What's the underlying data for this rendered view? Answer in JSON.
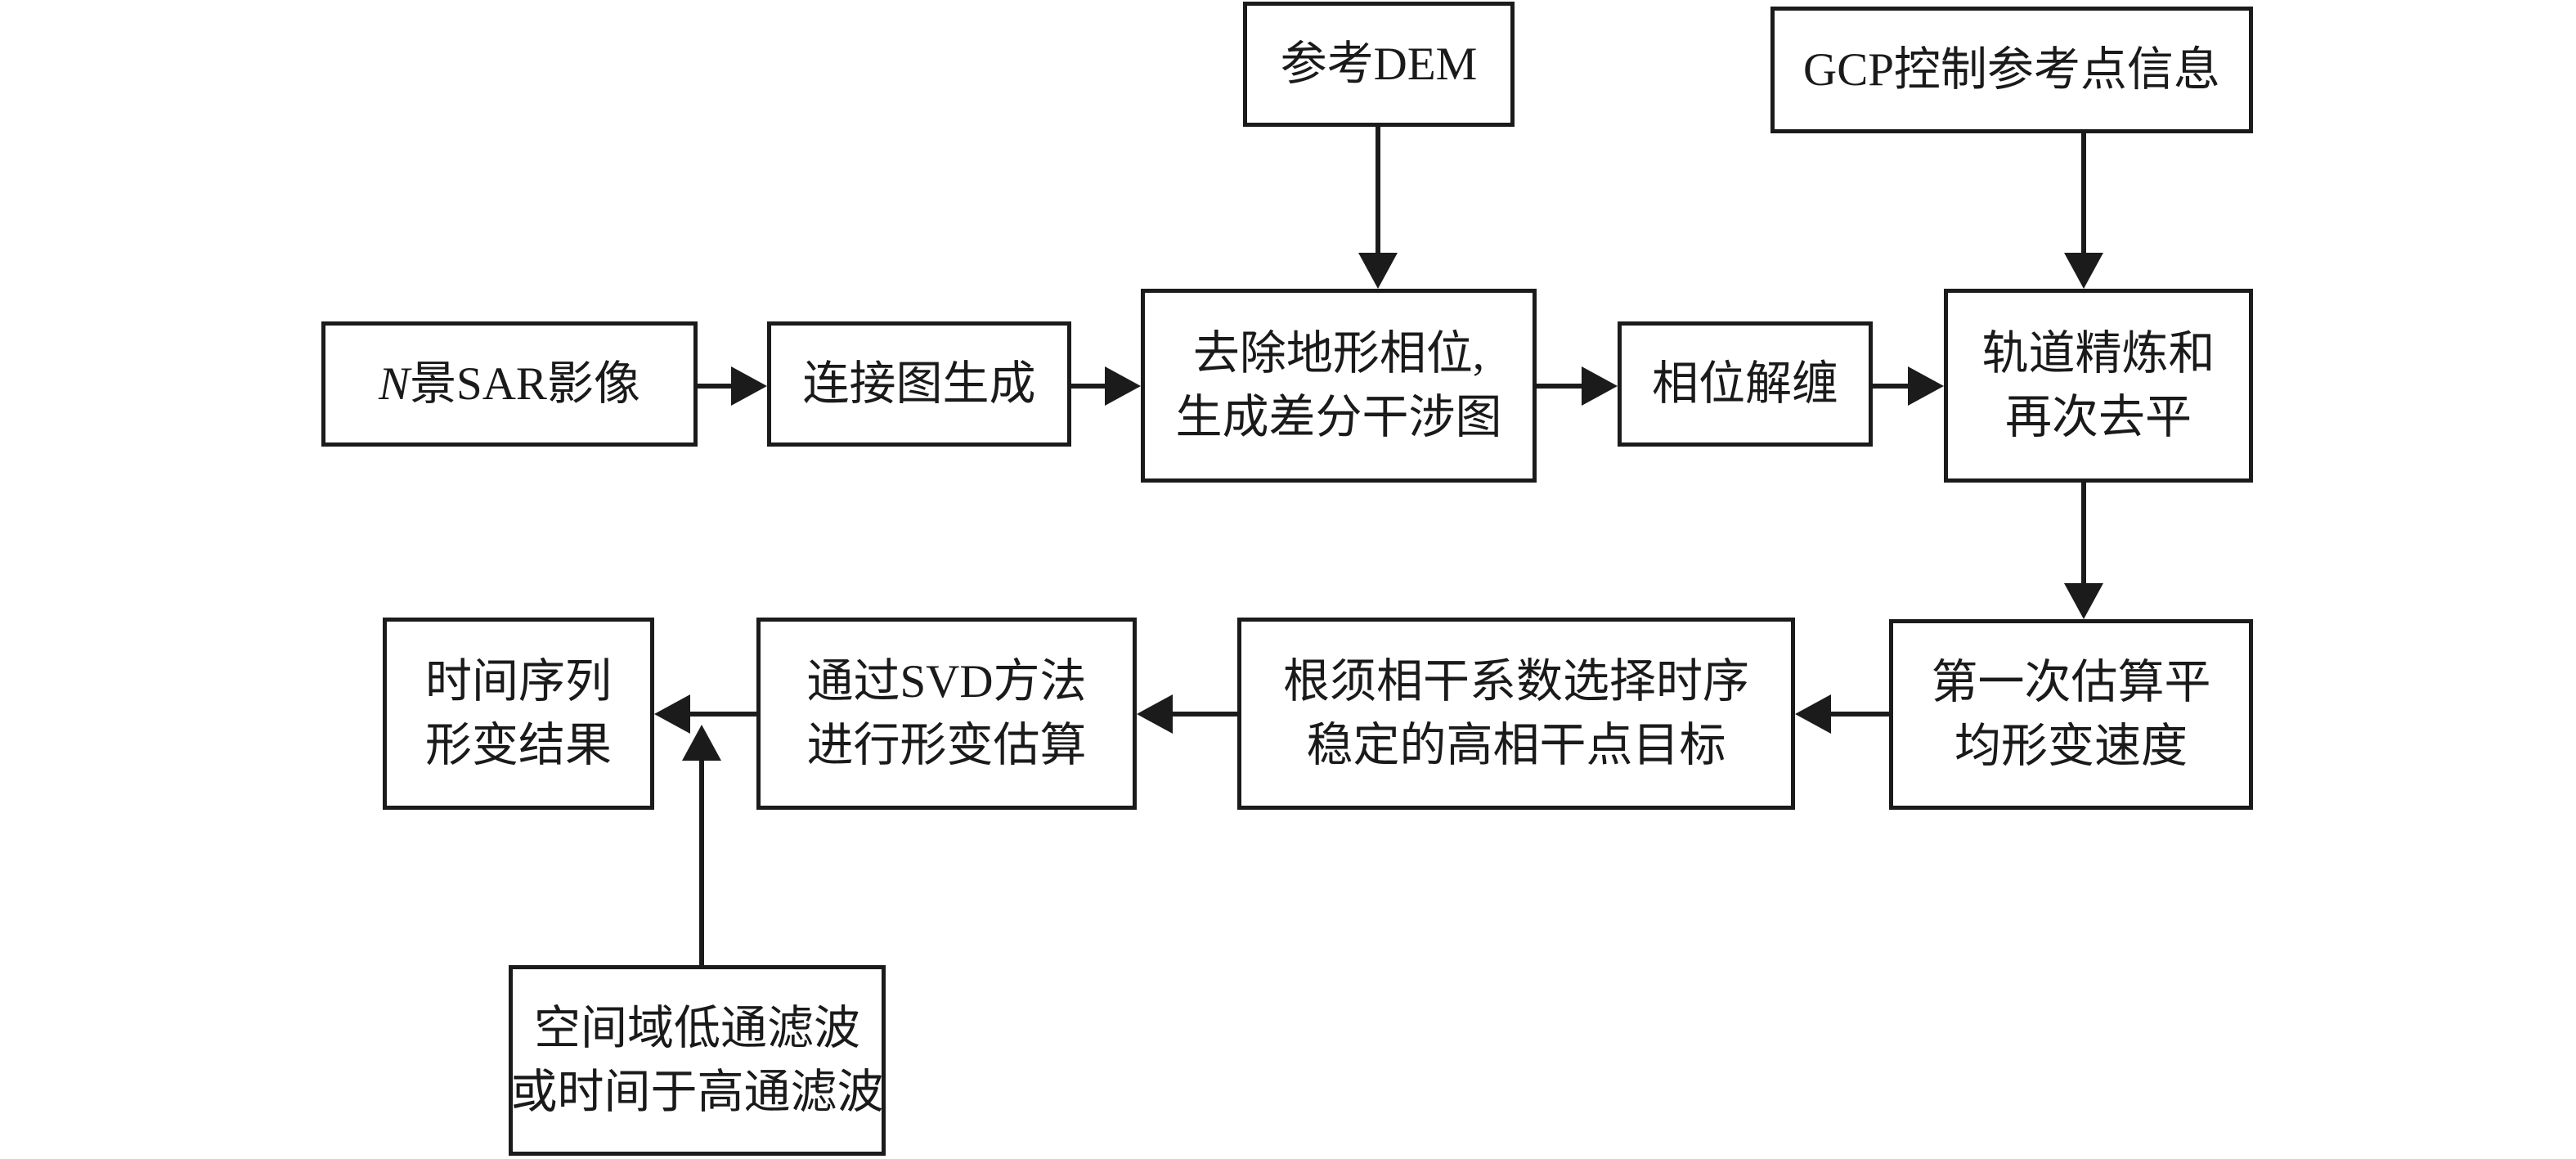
{
  "nodes": {
    "ref_dem": {
      "label": "参考DEM"
    },
    "gcp": {
      "label": "GCP控制参考点信息"
    },
    "sar": {
      "italic_prefix": "N",
      "label_rest": "景SAR影像"
    },
    "connect": {
      "label": "连接图生成"
    },
    "dediff": {
      "lines": [
        "去除地形相位,",
        "生成差分干涉图"
      ]
    },
    "unwrap": {
      "label": "相位解缠"
    },
    "orbit": {
      "lines": [
        "轨道精炼和",
        "再次去平"
      ]
    },
    "first_estimate": {
      "lines": [
        "第一次估算平",
        "均形变速度"
      ]
    },
    "select_points": {
      "lines": [
        "根须相干系数选择时序",
        "稳定的高相干点目标"
      ]
    },
    "svd": {
      "lines": [
        "通过SVD方法",
        "进行形变估算"
      ]
    },
    "result": {
      "lines": [
        "时间序列",
        "形变结果"
      ]
    },
    "filter": {
      "lines": [
        "空间域低通滤波",
        "或时间于高通滤波"
      ]
    }
  },
  "connections": [
    {
      "from": "ref_dem",
      "to": "dediff"
    },
    {
      "from": "gcp",
      "to": "orbit"
    },
    {
      "from": "sar",
      "to": "connect"
    },
    {
      "from": "connect",
      "to": "dediff"
    },
    {
      "from": "dediff",
      "to": "unwrap"
    },
    {
      "from": "unwrap",
      "to": "orbit"
    },
    {
      "from": "orbit",
      "to": "first_estimate"
    },
    {
      "from": "first_estimate",
      "to": "select_points"
    },
    {
      "from": "select_points",
      "to": "svd"
    },
    {
      "from": "svd",
      "to": "result"
    },
    {
      "from": "filter",
      "to": "result"
    }
  ],
  "style": {
    "line_color": "#1b1b1b",
    "background": "#ffffff"
  }
}
